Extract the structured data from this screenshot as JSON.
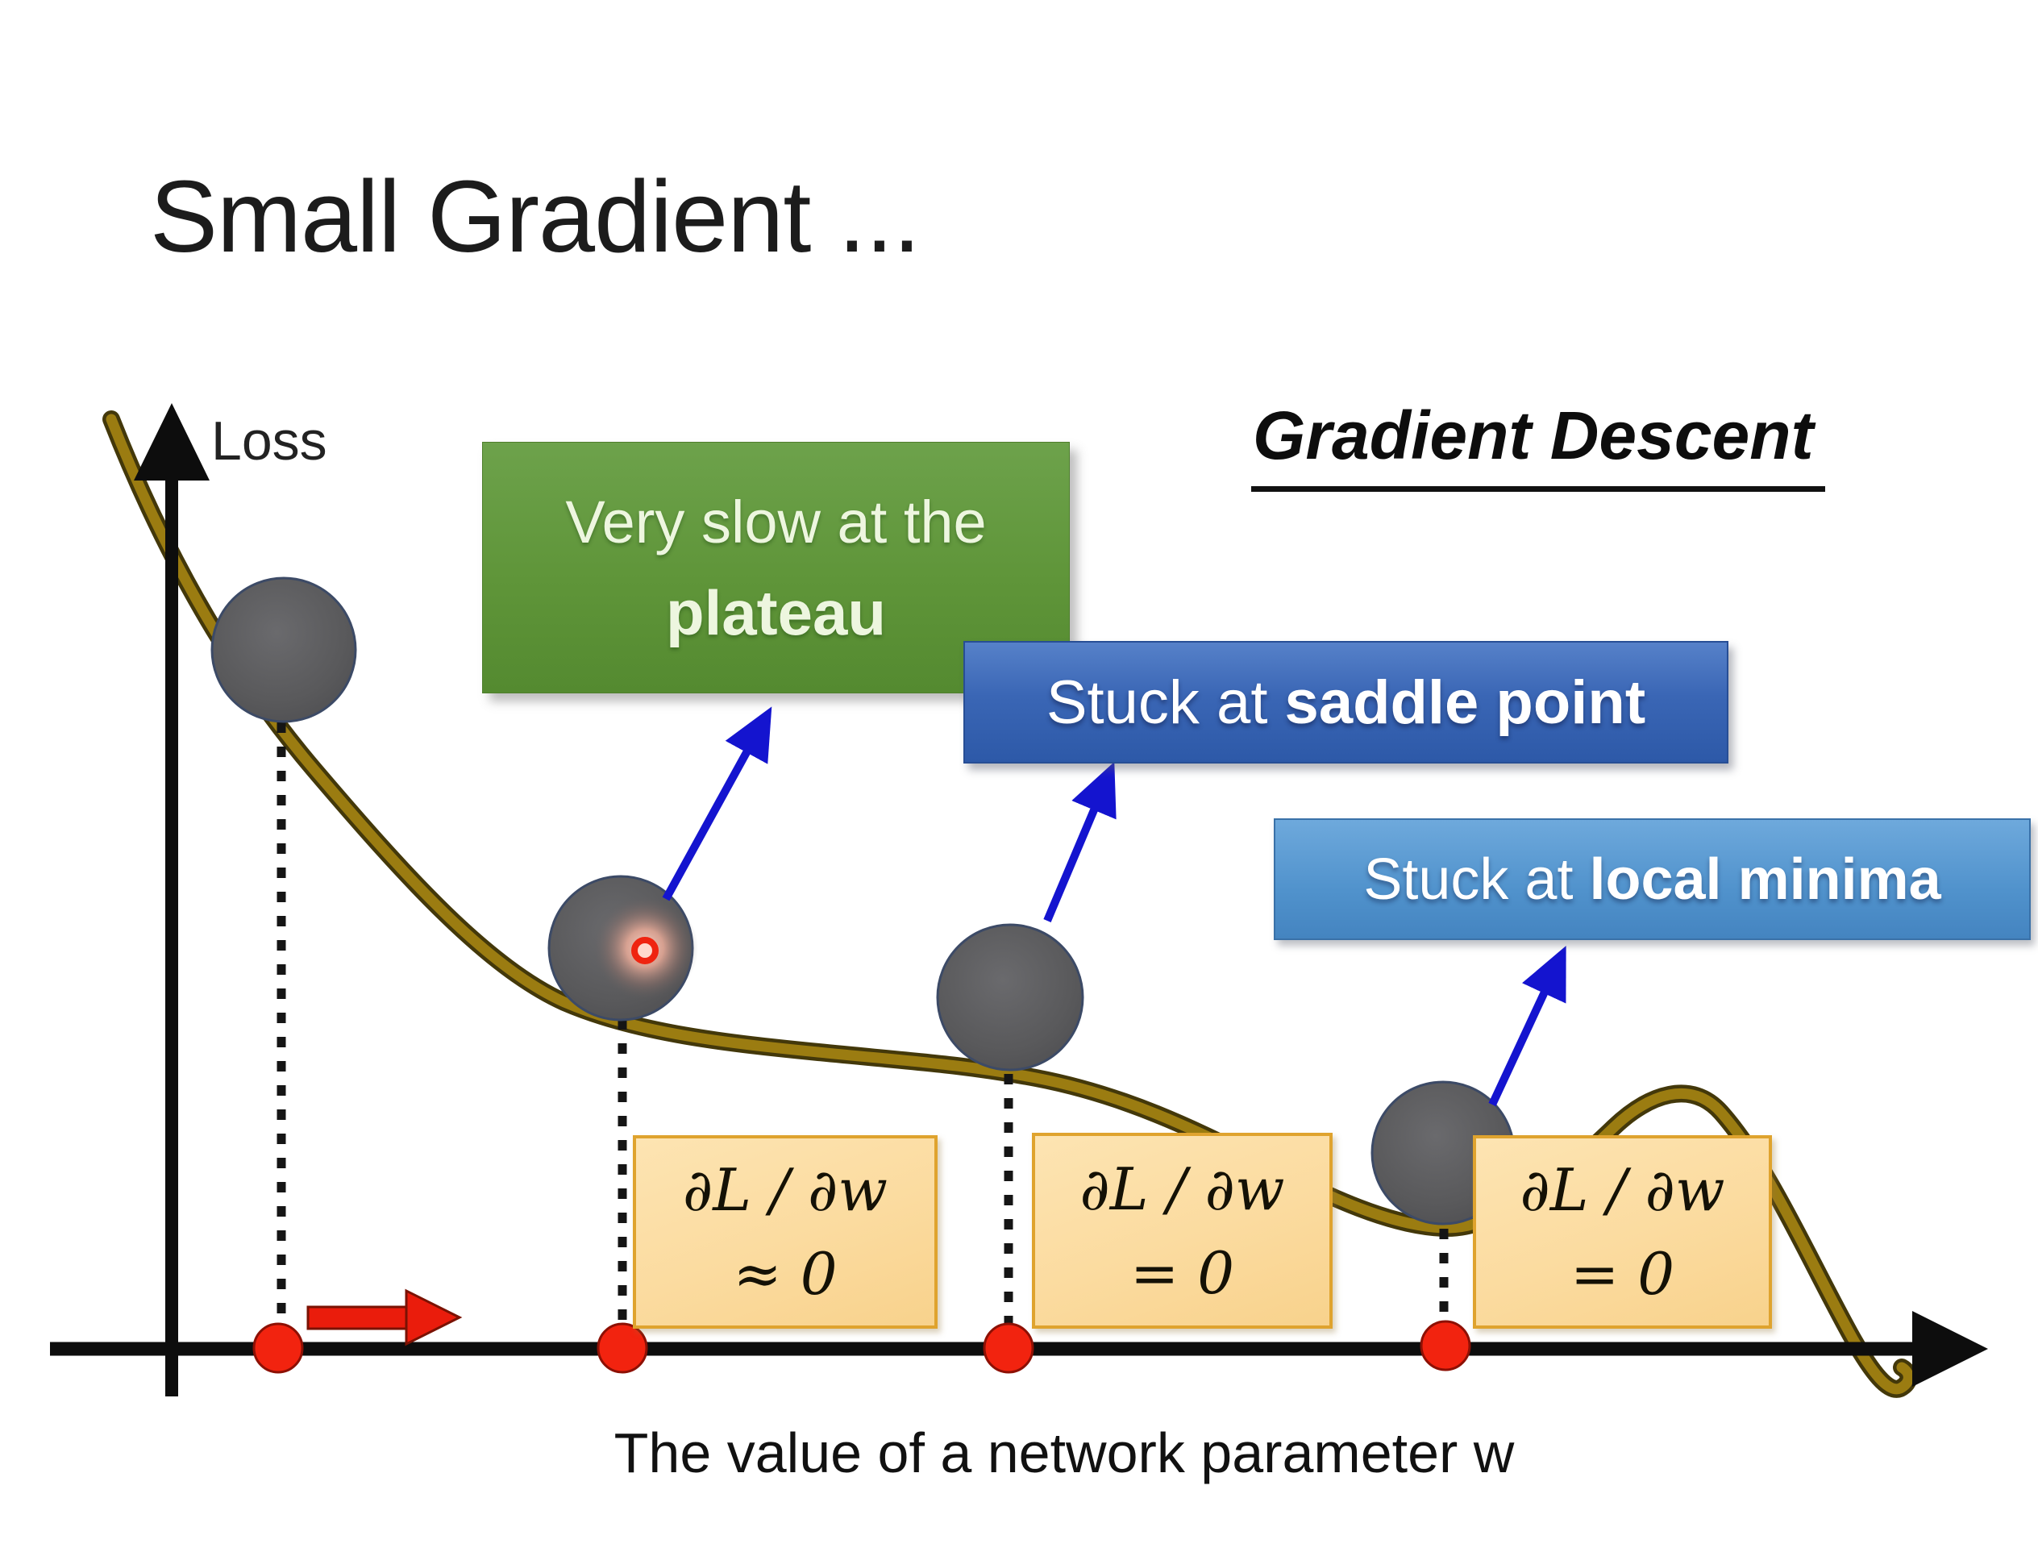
{
  "slide": {
    "title": "Small Gradient ...",
    "method_heading": "Gradient Descent"
  },
  "axes": {
    "y_label": "Loss",
    "x_label": "The value of a network parameter w"
  },
  "callouts": {
    "plateau": {
      "line1": "Very slow at the",
      "line2": "plateau"
    },
    "saddle": {
      "prefix": "Stuck at ",
      "bold": "saddle point"
    },
    "minima": {
      "prefix": "Stuck at ",
      "bold": "local minima"
    }
  },
  "gradient_labels": [
    {
      "formula": "∂L / ∂w",
      "value": "≈ 0"
    },
    {
      "formula": "∂L / ∂w",
      "value": "= 0"
    },
    {
      "formula": "∂L / ∂w",
      "value": "= 0"
    }
  ],
  "colors": {
    "curve": "#9b7c11",
    "curve_edge": "#43380a",
    "ball": "#58585a",
    "red_marker": "#ee2112",
    "blue_arrow": "#1414cf",
    "plateau_box": "#5f9539",
    "saddle_box": "#3a66b5",
    "minima_box": "#5092cc",
    "formula_box": "#fbdb9f",
    "formula_box_border": "#dfa32e"
  }
}
